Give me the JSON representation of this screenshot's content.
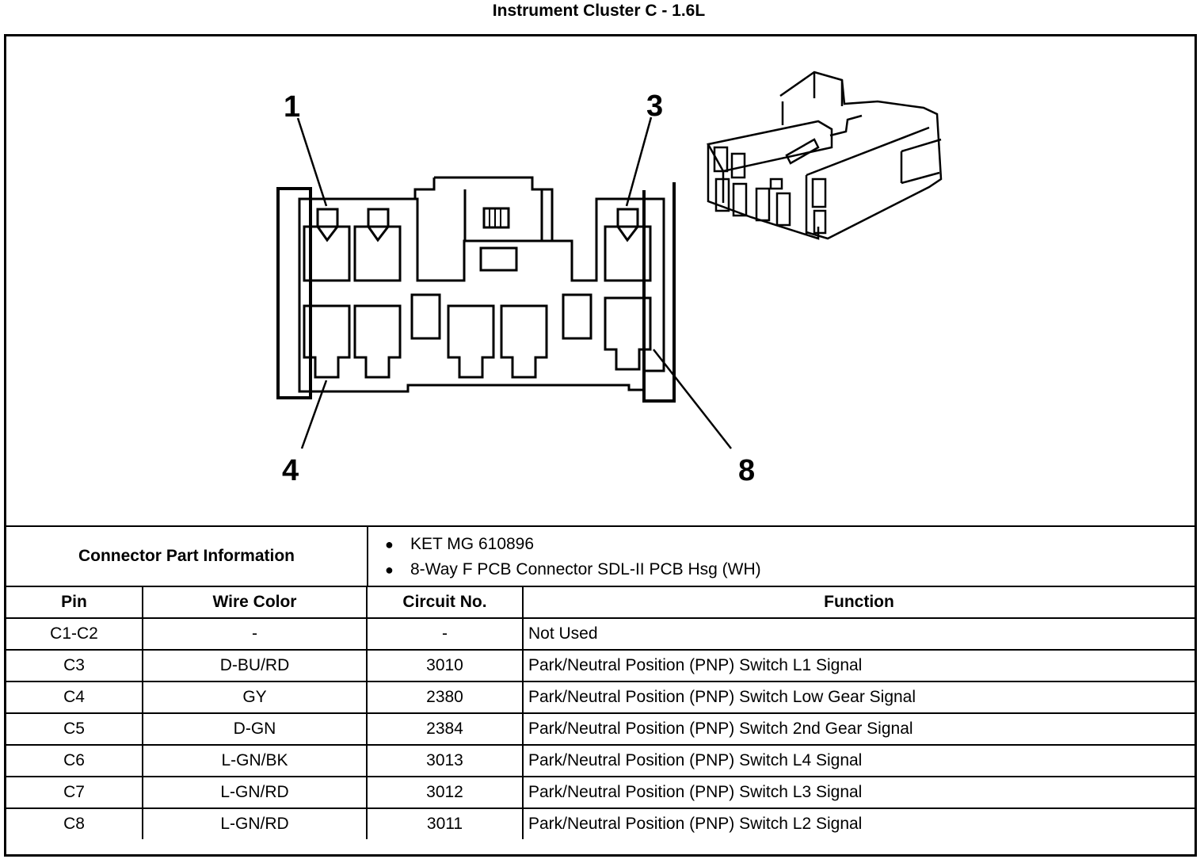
{
  "title": "Instrument Cluster C - 1.6L",
  "diagram": {
    "callouts": [
      "1",
      "3",
      "4",
      "8"
    ]
  },
  "connector_info": {
    "label": "Connector Part Information",
    "items": [
      "KET MG 610896",
      "8-Way F PCB Connector SDL-II PCB Hsg (WH)"
    ]
  },
  "table": {
    "headers": [
      "Pin",
      "Wire Color",
      "Circuit No.",
      "Function"
    ],
    "rows": [
      [
        "C1-C2",
        "-",
        "-",
        "Not Used"
      ],
      [
        "C3",
        "D-BU/RD",
        "3010",
        "Park/Neutral Position (PNP) Switch L1 Signal"
      ],
      [
        "C4",
        "GY",
        "2380",
        "Park/Neutral Position (PNP) Switch Low Gear Signal"
      ],
      [
        "C5",
        "D-GN",
        "2384",
        "Park/Neutral Position (PNP) Switch 2nd Gear Signal"
      ],
      [
        "C6",
        "L-GN/BK",
        "3013",
        "Park/Neutral Position (PNP) Switch L4 Signal"
      ],
      [
        "C7",
        "L-GN/RD",
        "3012",
        "Park/Neutral Position (PNP) Switch L3 Signal"
      ],
      [
        "C8",
        "L-GN/RD",
        "3011",
        "Park/Neutral Position (PNP) Switch L2 Signal"
      ]
    ]
  }
}
